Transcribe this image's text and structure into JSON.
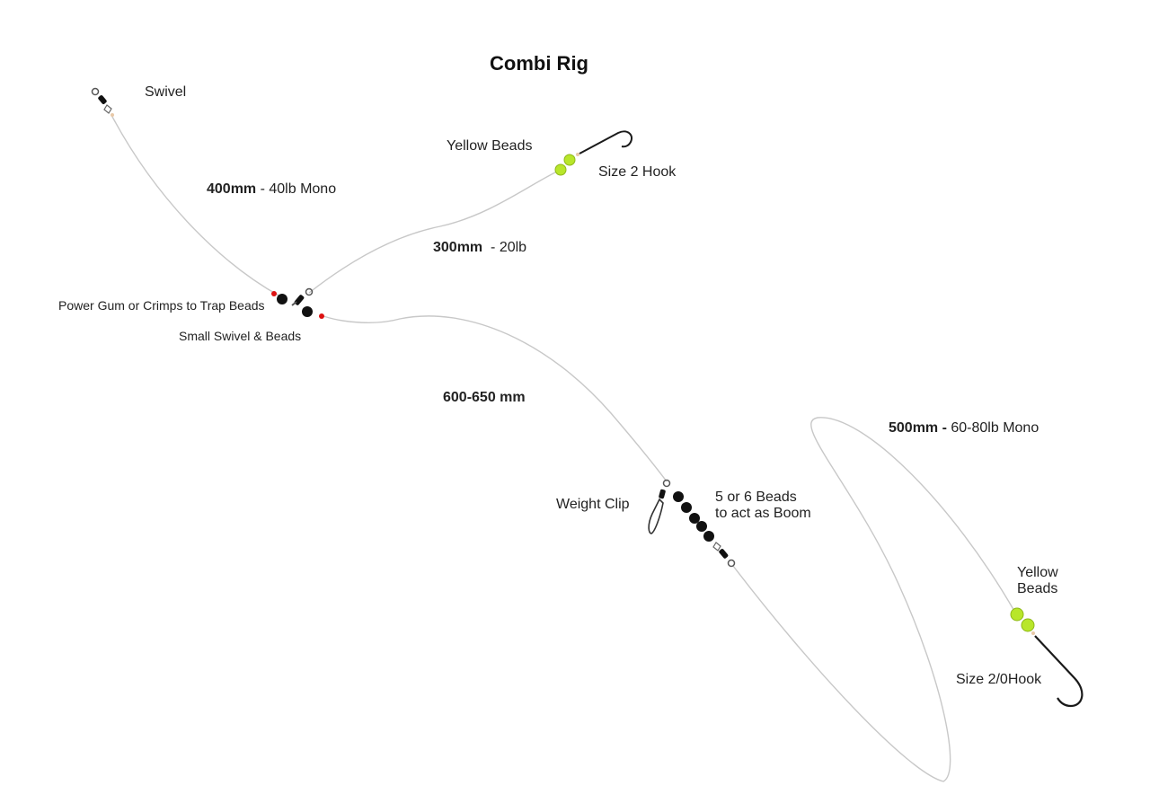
{
  "title": "Combi Rig",
  "labels": {
    "swivel": "Swivel",
    "main_len": "400mm",
    "main_spec": " - 40lb Mono",
    "yellow_beads_top": "Yellow Beads",
    "size2_hook": "Size 2 Hook",
    "snood_len": "300mm",
    "snood_spec": "  - 20lb",
    "power_gum": "Power Gum or Crimps to Trap Beads",
    "small_swivel": "Small Swivel & Beads",
    "lower_len": "600-650 mm",
    "boom_len": "500mm -",
    "boom_spec": " 60-80lb Mono",
    "weight_clip": "Weight Clip",
    "beads_line1": "5 or 6 Beads",
    "beads_line2": "to act as Boom",
    "yellow_line1": "Yellow",
    "yellow_line2": "Beads",
    "size20_hook": "Size 2/0Hook"
  },
  "colors": {
    "line": "#c8c8c8",
    "black_bead": "#111111",
    "yellow_bead": "#b8e62a",
    "crimp": "#dd1111",
    "hook": "#1a1a1a"
  }
}
